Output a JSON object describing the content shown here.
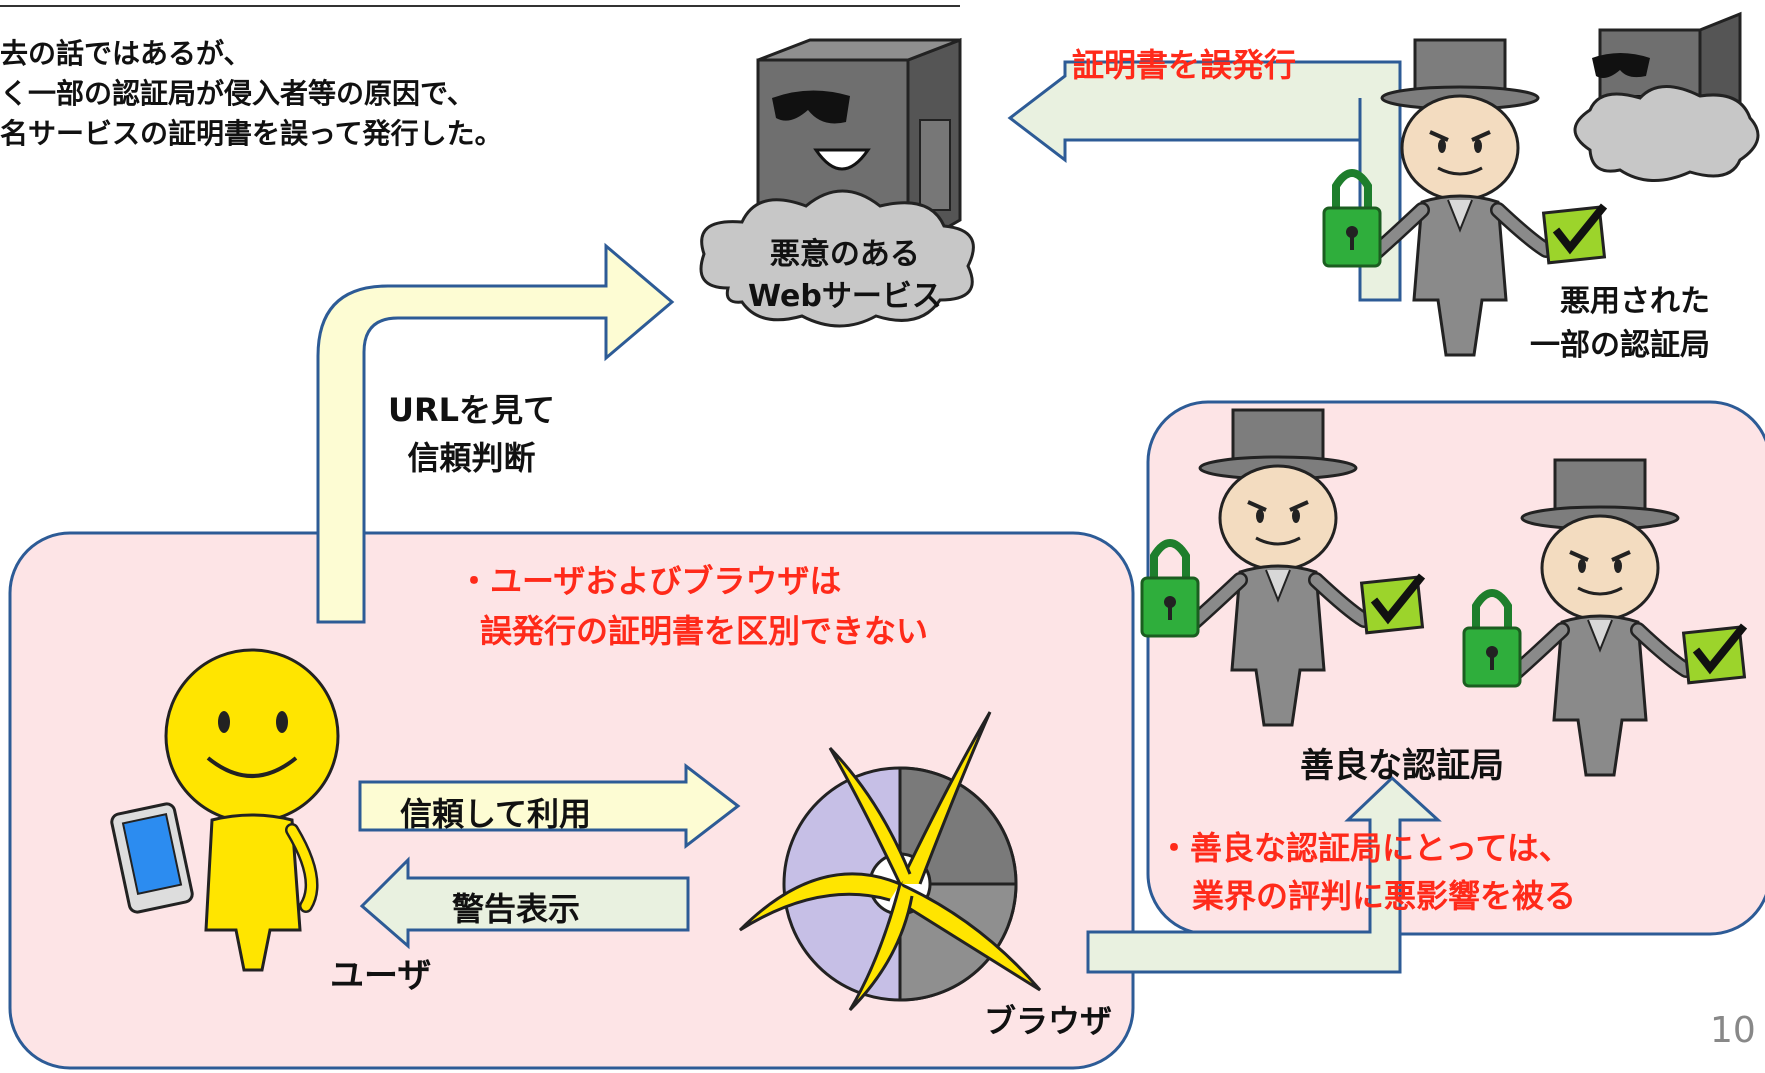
{
  "intro": {
    "line1": "去の話ではあるが、",
    "line2": "く一部の認証局が侵入者等の原因で、",
    "line3": "名サービスの証明書を誤って発行した。"
  },
  "malicious_service": {
    "line1": "悪意のある",
    "line2": "Webサービス"
  },
  "misissue_label": "証明書を誤発行",
  "abused_ca": {
    "line1": "悪用された",
    "line2": "一部の認証局"
  },
  "url_trust": {
    "line1": "URLを見て",
    "line2": "信頼判断"
  },
  "user_box_note": {
    "line1": "・ユーザおよびブラウザは",
    "line2": "誤発行の証明書を区別できない"
  },
  "trust_use_label": "信頼して利用",
  "warning_label": "警告表示",
  "user_label": "ユーザ",
  "browser_label": "ブラウザ",
  "good_ca_label": "善良な認証局",
  "good_ca_note": {
    "line1": "・善良な認証局にとっては、",
    "line2": "業界の評判に悪影響を被る"
  },
  "page_number": "10",
  "colors": {
    "pink_panel": "#fde4e6",
    "panel_border": "#2d5b96",
    "arrow_yellow": "#fdfcd3",
    "arrow_green": "#e9f1e0",
    "accent_red": "#ff2a1a",
    "smiley_yellow": "#ffe500",
    "lock_green": "#2fae3c",
    "check_green": "#9cd42b"
  }
}
